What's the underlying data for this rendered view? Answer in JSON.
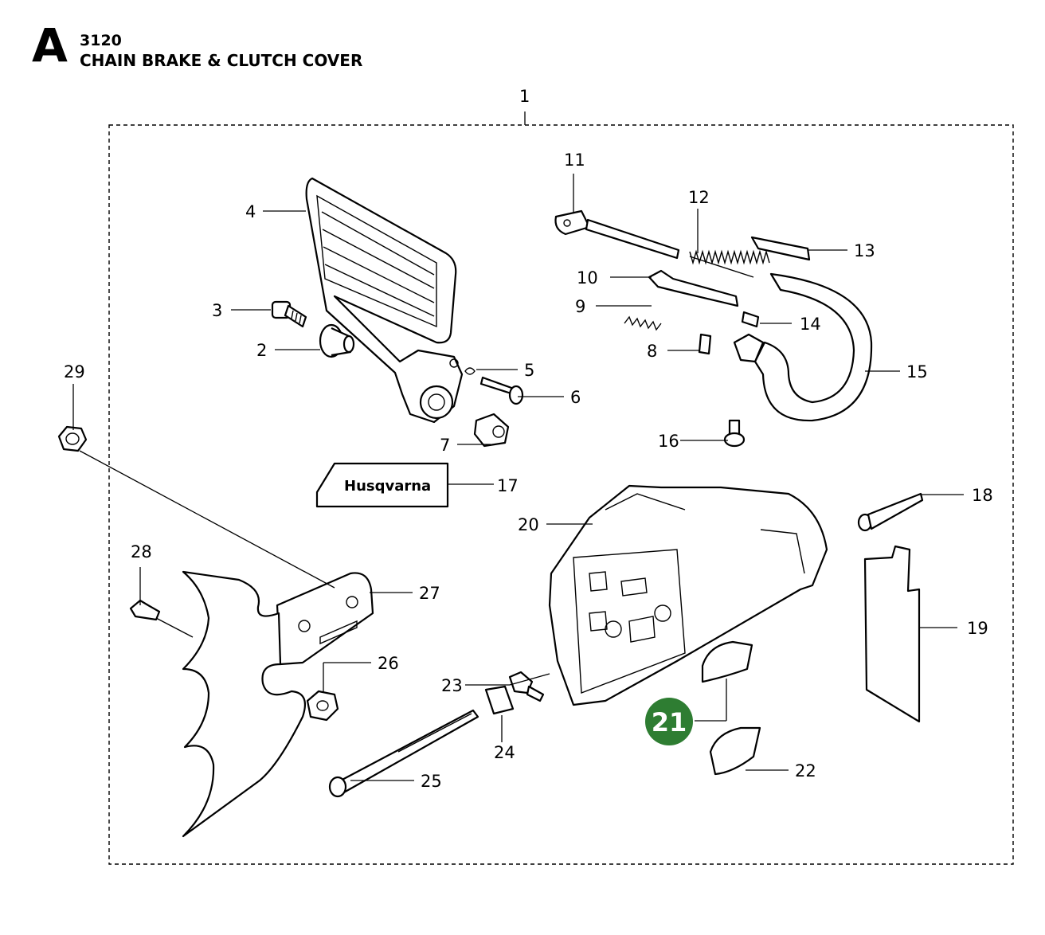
{
  "header": {
    "section_letter": "A",
    "code": "3120",
    "title": "CHAIN BRAKE & CLUTCH COVER"
  },
  "brand_logo": "Husqvarna",
  "highlight": {
    "part": "21",
    "color": "#2e7d32"
  },
  "parts": [
    "1",
    "2",
    "3",
    "4",
    "5",
    "6",
    "7",
    "8",
    "9",
    "10",
    "11",
    "12",
    "13",
    "14",
    "15",
    "16",
    "17",
    "18",
    "19",
    "20",
    "21",
    "22",
    "23",
    "24",
    "25",
    "26",
    "27",
    "28",
    "29"
  ]
}
